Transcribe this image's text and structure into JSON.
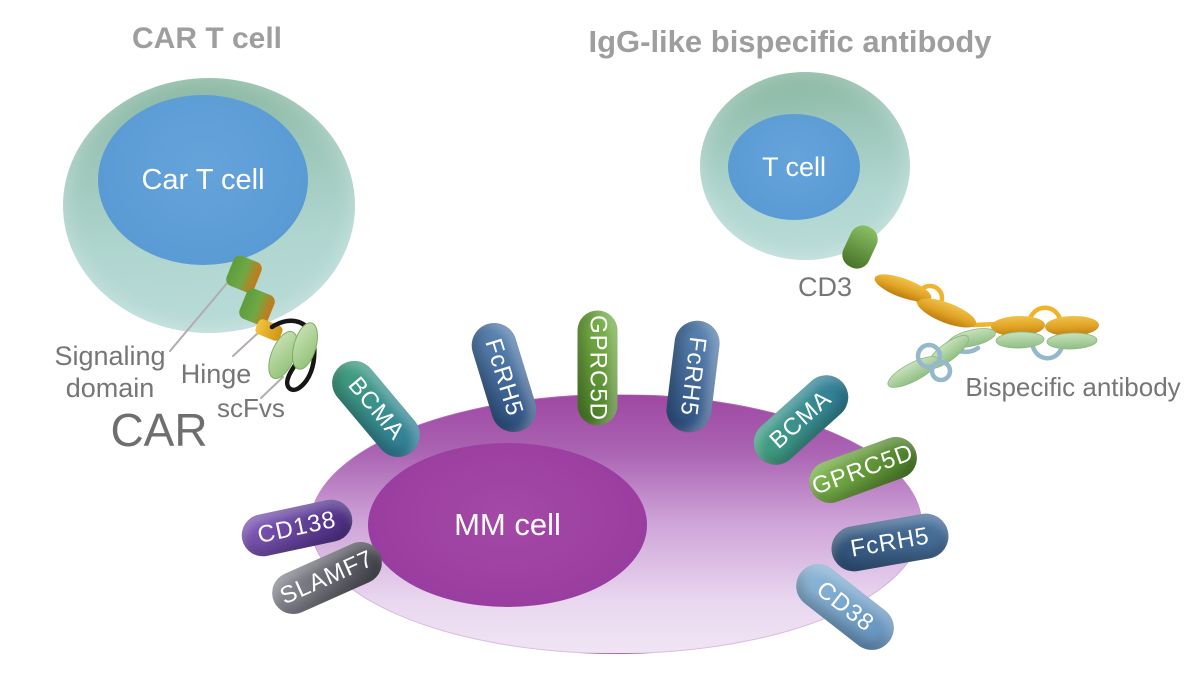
{
  "titles": {
    "left": "CAR T cell",
    "right": "IgG-like bispecific antibody"
  },
  "cells": {
    "car_t": {
      "label": "Car T cell"
    },
    "t_cell": {
      "label": "T cell"
    },
    "mm": {
      "label": "MM cell"
    }
  },
  "car_structure": {
    "label": "CAR",
    "signaling_domain": "Signaling domain",
    "hinge": "Hinge",
    "scfvs": "scFvs"
  },
  "bispecific": {
    "cd3": "CD3",
    "antibody_label": "Bispecific antibody"
  },
  "receptors": [
    {
      "label": "BCMA"
    },
    {
      "label": "FcRH5"
    },
    {
      "label": "GPRC5D"
    },
    {
      "label": "FcRH5"
    },
    {
      "label": "BCMA"
    },
    {
      "label": "GPRC5D"
    },
    {
      "label": "FcRH5"
    },
    {
      "label": "CD38"
    },
    {
      "label": "CD138"
    },
    {
      "label": "SLAMF7"
    }
  ],
  "colors": {
    "title-gray": "#9e9e9e",
    "label-gray": "#767676",
    "cell-inner-blue": "#5b9bd5",
    "mm-outer-top": "#9e48a3",
    "mm-outer-bottom": "#f0e5f4",
    "mm-inner": "#9a3da0",
    "bcma-start": "#42a080",
    "bcma-end": "#2f7d99",
    "fcrh5-start": "#5d87b5",
    "fcrh5-end": "#2b4e7e",
    "fcrh5h-start": "#2e5076",
    "fcrh5h-end": "#4a73a0",
    "gprc5d-start": "#7db64c",
    "gprc5d-end": "#4a7d27",
    "cd38-start": "#8fb9d9",
    "cd38-end": "#6390bb",
    "cd138-start": "#7e57b7",
    "cd138-end": "#4b2d82",
    "slamf7-start": "#8e8e98",
    "slamf7-end": "#45454d",
    "car-green": "#6fa846",
    "car-orange": "#c4791c",
    "hinge-gold": "#e2a91f",
    "scfv-green": "#9cc47e",
    "cd3-green": "#6da844",
    "antibody-gold": "#dfa225",
    "antibody-light-green": "#a9cf9b",
    "loop-gold": "#f0b32a",
    "loop-blue": "#95b8ca",
    "loop-black": "#161616"
  }
}
